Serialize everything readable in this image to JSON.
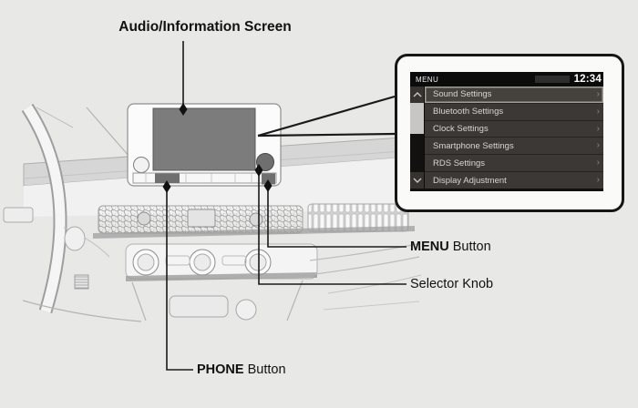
{
  "labels": {
    "audio_screen": "Audio/Information Screen",
    "menu_button": {
      "bold": "MENU",
      "rest": " Button"
    },
    "selector_knob": "Selector Knob",
    "phone_button": {
      "bold": "PHONE",
      "rest": " Button"
    }
  },
  "callout": {
    "header": {
      "title": "MENU",
      "time": "12:34"
    },
    "submenu_glyph": "›",
    "menu_items": [
      {
        "label": "Sound Settings",
        "selected": true
      },
      {
        "label": "Bluetooth Settings",
        "selected": false
      },
      {
        "label": "Clock Settings",
        "selected": false
      },
      {
        "label": "Smartphone Settings",
        "selected": false
      },
      {
        "label": "RDS Settings",
        "selected": false
      },
      {
        "label": "Display Adjustment",
        "selected": false
      }
    ]
  },
  "colors": {
    "page_bg": "#e8e8e7",
    "callout_border": "#161616",
    "screen_bg": "#121110",
    "row_bg": "#3b3835",
    "row_selected_border": "#a29e96",
    "unit_screen_gray": "#7c7c7c",
    "hardware_button_dark": "#6f6f6f",
    "leader_line": "#1a1a1a"
  }
}
